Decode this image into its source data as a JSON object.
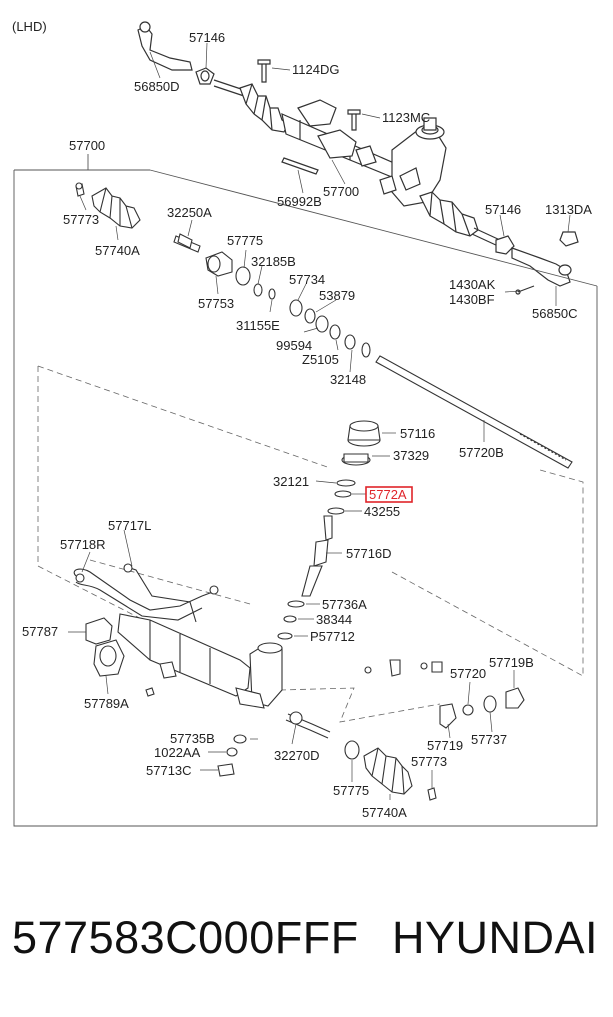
{
  "diagram": {
    "corner_label": "(LHD)",
    "callouts": {
      "c57146_top": "57146",
      "c56850D": "56850D",
      "c1124DG": "1124DG",
      "c1123MC": "1123MC",
      "c56992B": "56992B",
      "c57700_mid": "57700",
      "c57700_box": "57700",
      "c57146_right": "57146",
      "c1313DA": "1313DA",
      "c1430AK": "1430AK",
      "c1430BF": "1430BF",
      "c56850C": "56850C",
      "c57773_top": "57773",
      "c57740A_top": "57740A",
      "c32250A": "32250A",
      "c57775_top": "57775",
      "c32185B": "32185B",
      "c57734": "57734",
      "c53879": "53879",
      "c57753": "57753",
      "c31155E": "31155E",
      "c99594": "99594",
      "cZ5105": "Z5105",
      "c32148": "32148",
      "c57116": "57116",
      "c37329": "37329",
      "c57720B": "57720B",
      "c32121": "32121",
      "c5772A": "5772A",
      "c43255": "43255",
      "c57716D": "57716D",
      "c57717L": "57717L",
      "c57718R": "57718R",
      "c57787": "57787",
      "c57789A": "57789A",
      "c57736A": "57736A",
      "c38344": "38344",
      "cP57712": "P57712",
      "c57720": "57720",
      "c57719B": "57719B",
      "c57719": "57719",
      "c57737": "57737",
      "c57735B": "57735B",
      "c1022AA": "1022AA",
      "c57713C": "57713C",
      "c32270D": "32270D",
      "c57775_bot": "57775",
      "c57773_bot": "57773",
      "c57740A_bot": "57740A"
    },
    "highlight_color": "#e0242a"
  },
  "footer": {
    "part_number": "577583C000FFF",
    "brand": "HYUNDAI"
  }
}
